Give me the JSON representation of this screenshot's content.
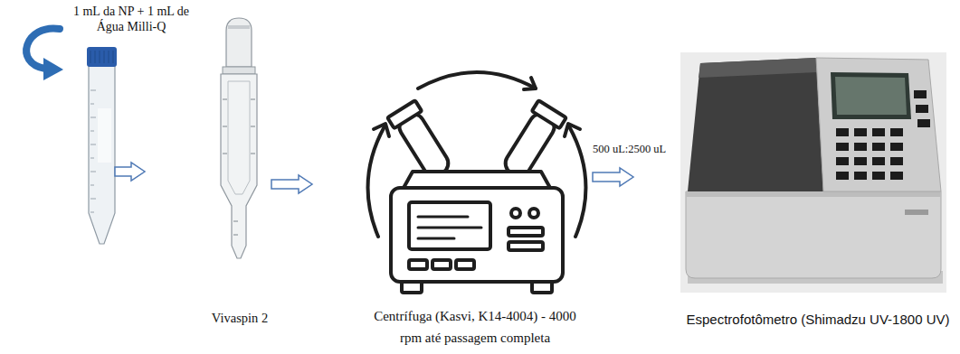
{
  "diagram": {
    "nodes": [
      {
        "text": [
          "1 mL da NP + 1 mL de Água Milli-Q"
        ]
      },
      {
        "text": [
          "Vivaspin 2"
        ]
      },
      {
        "text": [
          "Centrífuga (Kasvi, K14-4004) - 4000 rpm até passagem completa"
        ]
      },
      {
        "text": [
          "Espectrofotômetro (Shimadzu UV-1800 UV)"
        ]
      }
    ],
    "edges": [
      {
        "from": 0,
        "to": 1,
        "arrow": "to"
      },
      {
        "from": 1,
        "to": 2,
        "arrow": "to"
      },
      {
        "from": 2,
        "to": 3,
        "label": "500 uL:2500 uL",
        "arrow": "to"
      }
    ]
  }
}
